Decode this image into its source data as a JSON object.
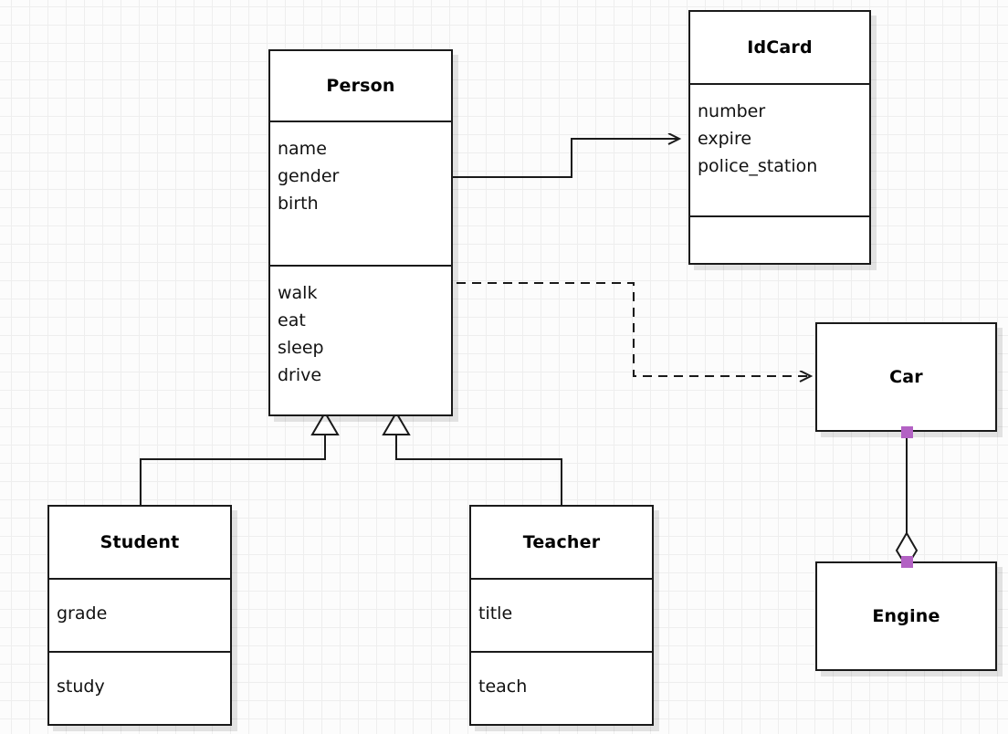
{
  "diagram": {
    "type": "uml-class-diagram",
    "background": "#fcfcfc",
    "grid_color": "#eeeeee",
    "line_color": "#1a1a1a",
    "handle_color": "#b362c4"
  },
  "classes": [
    {
      "name": "Person",
      "title": "Person",
      "attributes": "name\ngender\nbirth",
      "methods": "walk\neat\nsleep\ndrive"
    },
    {
      "name": "IdCard",
      "title": "IdCard",
      "attributes": "number\nexpire\npolice_station",
      "methods": ""
    },
    {
      "name": "Student",
      "title": "Student",
      "attributes": "grade",
      "methods": "study"
    },
    {
      "name": "Teacher",
      "title": "Teacher",
      "attributes": "title",
      "methods": "teach"
    },
    {
      "name": "Car",
      "title": "Car"
    },
    {
      "name": "Engine",
      "title": "Engine"
    }
  ],
  "relationships": [
    {
      "name": "person-has-idcard",
      "kind": "association",
      "style": "solid",
      "arrow": "open",
      "from": "Person",
      "to": "IdCard"
    },
    {
      "name": "person-depends-on-car",
      "kind": "dependency",
      "style": "dashed",
      "arrow": "open",
      "from": "Person",
      "to": "Car"
    },
    {
      "name": "student-inherits-person",
      "kind": "generalization",
      "style": "solid",
      "arrow": "hollow-triangle",
      "from": "Student",
      "to": "Person"
    },
    {
      "name": "teacher-inherits-person",
      "kind": "generalization",
      "style": "solid",
      "arrow": "hollow-triangle",
      "from": "Teacher",
      "to": "Person"
    },
    {
      "name": "car-aggregates-engine",
      "kind": "aggregation",
      "style": "solid",
      "arrow": "hollow-diamond",
      "from": "Car",
      "to": "Engine"
    }
  ]
}
